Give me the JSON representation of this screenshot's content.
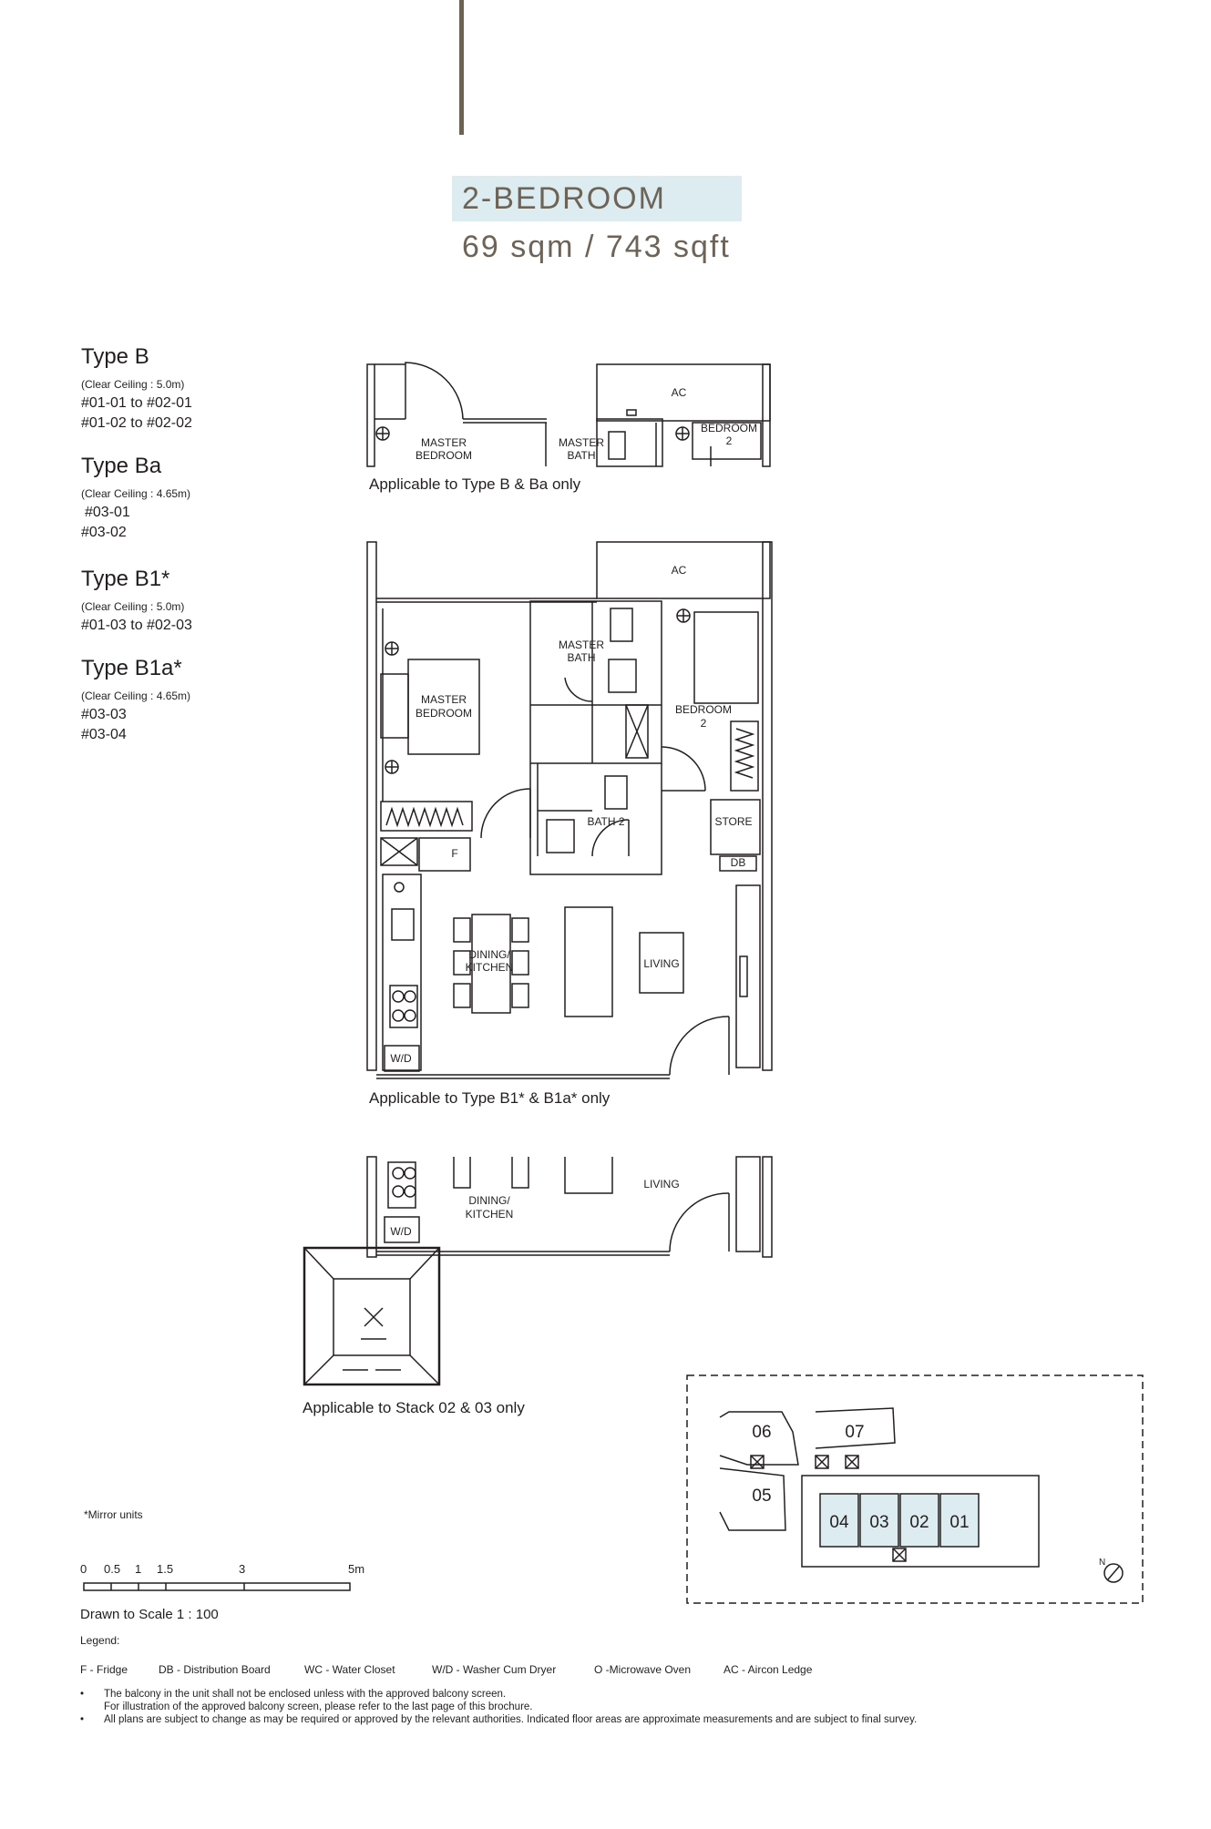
{
  "header": {
    "title": "2-BEDROOM",
    "area": "69 sqm / 743 sqft"
  },
  "types": [
    {
      "name": "Type B",
      "ceiling": "(Clear Ceiling : 5.0m)",
      "units": [
        "#01-01 to #02-01",
        "#01-02 to #02-02"
      ]
    },
    {
      "name": "Type Ba",
      "ceiling": "(Clear Ceiling : 4.65m)",
      "units": [
        "#03-01",
        "#03-02"
      ]
    },
    {
      "name": "Type B1*",
      "ceiling": "(Clear Ceiling : 5.0m)",
      "units": [
        "#01-03 to #02-03"
      ]
    },
    {
      "name": "Type B1a*",
      "ceiling": "(Clear Ceiling : 4.65m)",
      "units": [
        "#03-03",
        "#03-04"
      ]
    }
  ],
  "plans": {
    "top_caption": "Applicable to Type B & Ba only",
    "main_caption": "Applicable to Type B1* & B1a* only",
    "bottom_caption": "Applicable to Stack 02 & 03 only",
    "rooms": {
      "ac": "AC",
      "master_bedroom_1": "MASTER",
      "master_bedroom_2": "BEDROOM",
      "master_bath_1": "MASTER",
      "master_bath_2": "BATH",
      "bedroom2_1": "BEDROOM",
      "bedroom2_2": "2",
      "bath2": "BATH 2",
      "store": "STORE",
      "db": "DB",
      "fridge": "F",
      "dining_1": "DINING/",
      "dining_2": "KITCHEN",
      "living": "LIVING",
      "wd": "W/D"
    }
  },
  "mirror_note": "*Mirror units",
  "scale": {
    "ticks": [
      "0",
      "0.5",
      "1",
      "1.5",
      "3",
      "5m"
    ],
    "label": "Drawn to Scale 1 : 100"
  },
  "keyplan": {
    "blocks": [
      "06",
      "07",
      "05"
    ],
    "stacks": [
      "04",
      "03",
      "02",
      "01"
    ],
    "north": "N"
  },
  "legend": {
    "title": "Legend:",
    "items": [
      "F - Fridge",
      "DB - Distribution Board",
      "WC - Water Closet",
      "W/D - Washer Cum Dryer",
      "O -Microwave Oven",
      "AC - Aircon Ledge"
    ]
  },
  "notes": [
    "The balcony in the unit shall not be enclosed unless with the approved balcony screen.",
    "For illustration of the approved balcony screen, please refer to the last page of this brochure.",
    "All plans are subject to change as may be required or approved by the relevant authorities. Indicated floor areas are approximate measurements and are subject to final survey."
  ],
  "colors": {
    "accent": "#6d6354",
    "title_band": "#dcecf0",
    "stack_highlight": "#dcecf0"
  }
}
